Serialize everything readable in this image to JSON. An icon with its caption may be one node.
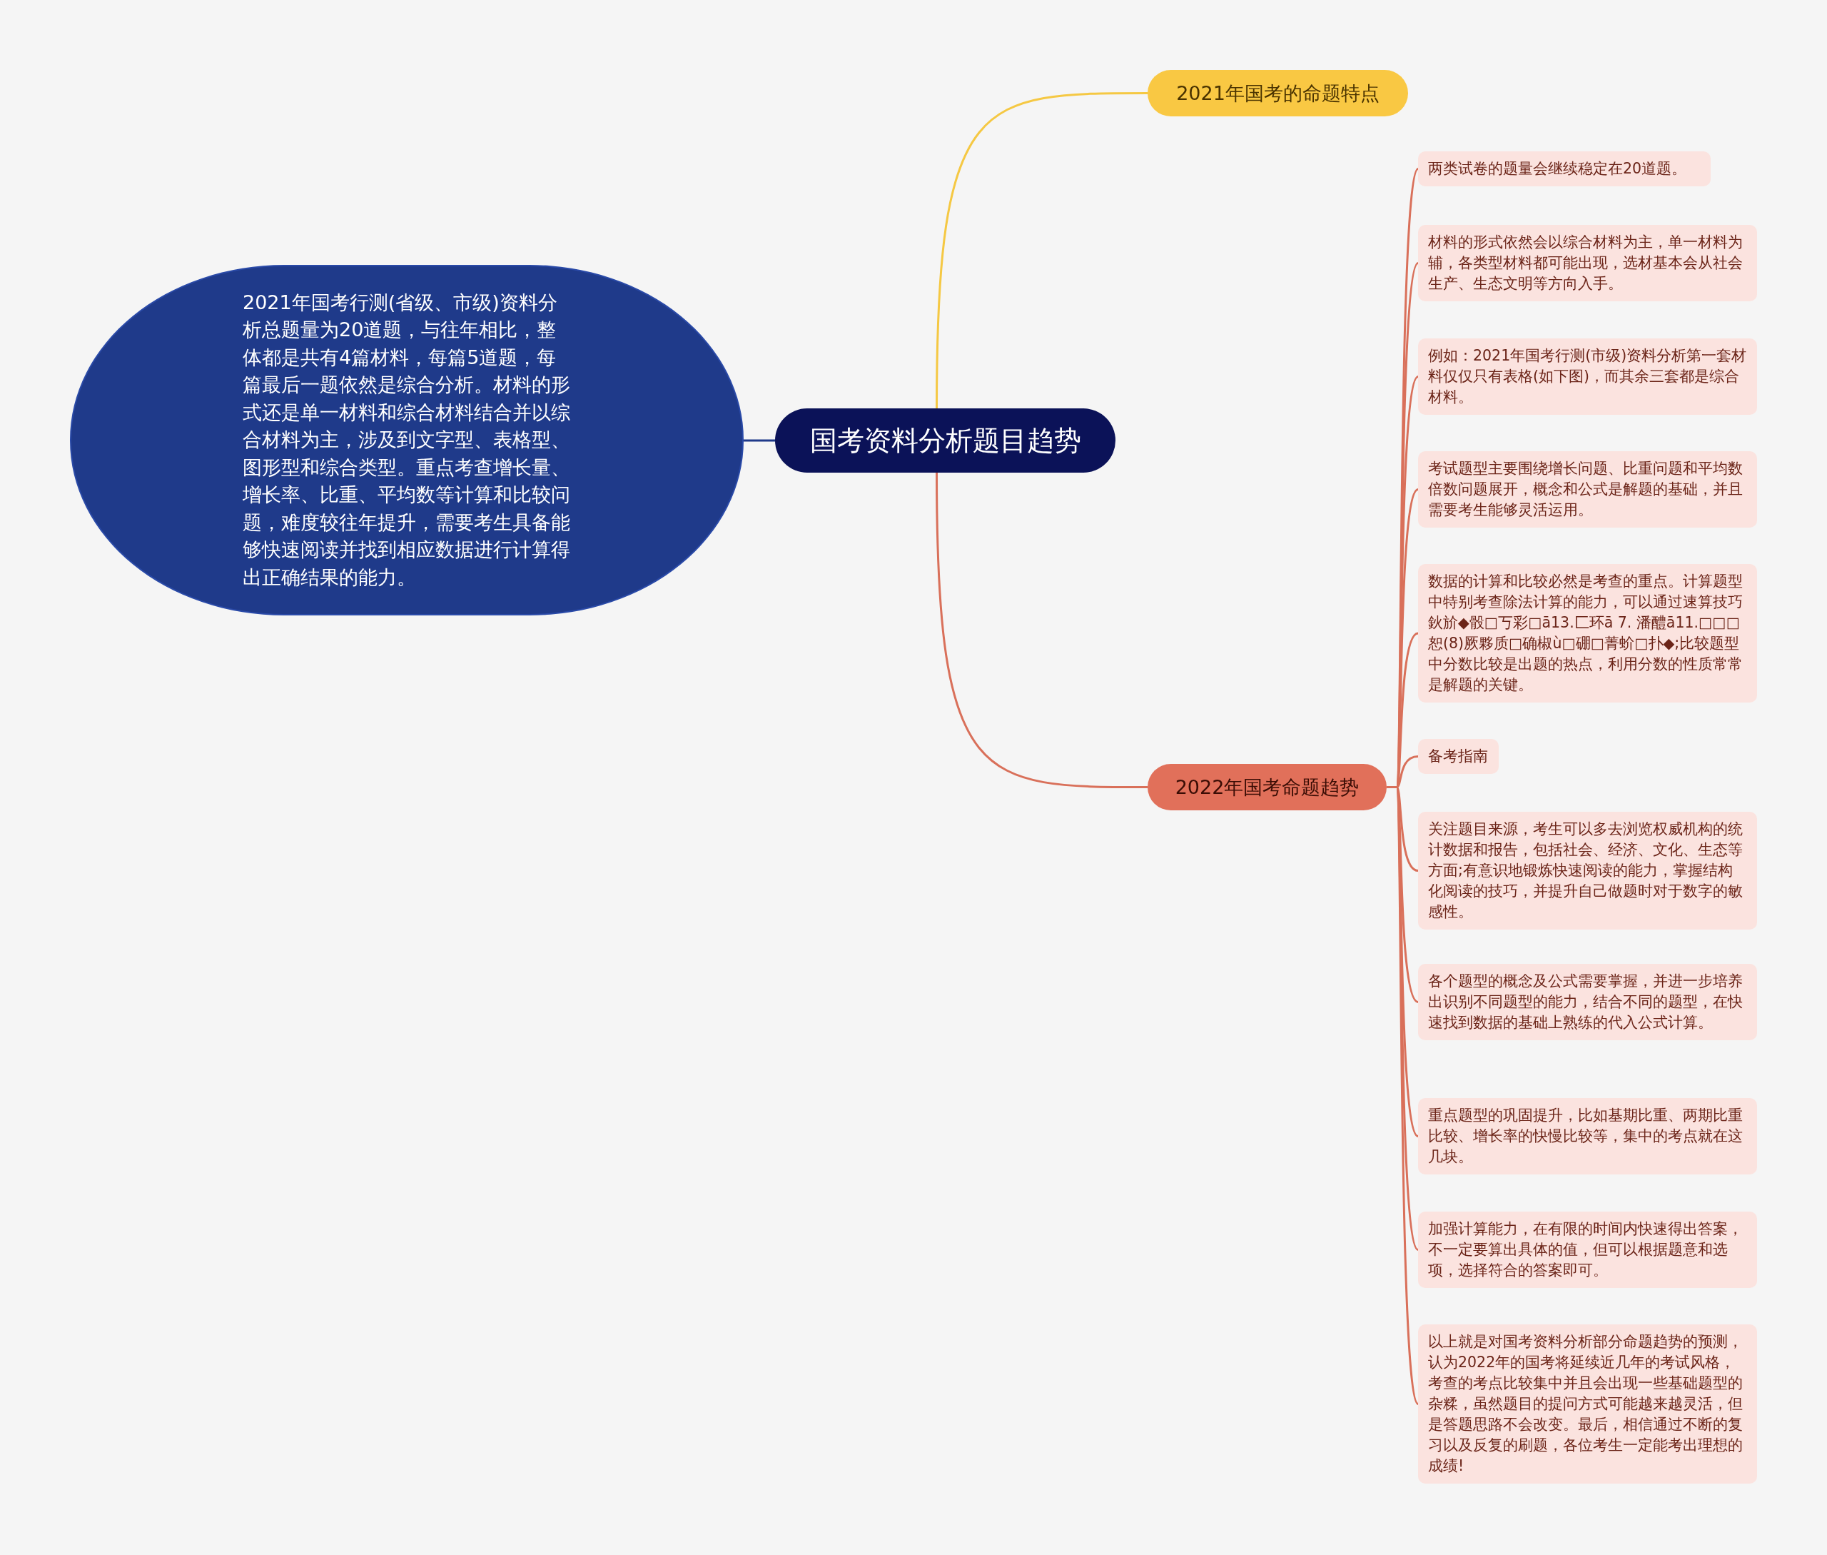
{
  "diagram": {
    "nodes": [
      {
        "text": [
          "国考资料分析题目趋势"
        ]
      },
      {
        "text": [
          "2021年国考行测(省级、市级)资料分析总题量为20道题，与往年相比，整体都是共有4篇材料，每篇5道题，每篇最后一题依然是综合分析。材料的形式还是单一材料和综合材料结合并以综合材料为主，涉及到文字型、表格型、图形型和综合类型。重点考查增长量、增长率、比重、平均数等计算和比较问题，难度较往年提升，需要考生具备能够快速阅读并找到相应数据进行计算得出正确结果的能力。"
        ]
      },
      {
        "text": [
          "2021年国考的命题特点"
        ]
      },
      {
        "text": [
          "2022年国考命题趋势"
        ]
      },
      {
        "text": [
          "两类试卷的题量会继续稳定在20道题。"
        ]
      },
      {
        "text": [
          "材料的形式依然会以综合材料为主，单一材料为辅，各类型材料都可能出现，选材基本会从社会生产、生态文明等方向入手。"
        ]
      },
      {
        "text": [
          "例如：2021年国考行测(市级)资料分析第一套材料仅仅只有表格(如下图)，而其余三套都是综合材料。"
        ]
      },
      {
        "text": [
          "考试题型主要围绕增长问题、比重问题和平均数倍数问题展开，概念和公式是解题的基础，并且需要考生能够灵活运用。"
        ]
      },
      {
        "text": [
          "数据的计算和比较必然是考查的重点。计算题型中特别考查除法计算的能力，可以通过速算技巧鈥斺◆骰□丂彩□ā13.匚环ā 7. 潘醴ā11.□□□恕(8)厥夥质□确椒ù□硼□菁蚧□扑◆;比较题型中分数比较是出题的热点，利用分数的性质常常是解题的关键。"
        ]
      },
      {
        "text": [
          "备考指南"
        ]
      },
      {
        "text": [
          "关注题目来源，考生可以多去浏览权威机构的统计数据和报告，包括社会、经济、文化、生态等方面;有意识地锻炼快速阅读的能力，掌握结构化阅读的技巧，并提升自己做题时对于数字的敏感性。"
        ]
      },
      {
        "text": [
          "各个题型的概念及公式需要掌握，并进一步培养出识别不同题型的能力，结合不同的题型，在快速找到数据的基础上熟练的代入公式计算。"
        ]
      },
      {
        "text": [
          "重点题型的巩固提升，比如基期比重、两期比重比较、增长率的快慢比较等，集中的考点就在这几块。"
        ]
      },
      {
        "text": [
          "加强计算能力，在有限的时间内快速得出答案，不一定要算出具体的值，但可以根据题意和选项，选择符合的答案即可。"
        ]
      },
      {
        "text": [
          "以上就是对国考资料分析部分命题趋势的预测，认为2022年的国考将延续近几年的考试风格，考查的考点比较集中并且会出现一些基础题型的杂糅，虽然题目的提问方式可能越来越灵活，但是答题思路不会改变。最后，相信通过不断的复习以及反复的刷题，各位考生一定能考出理想的成绩!"
        ]
      }
    ],
    "edges": [
      {
        "from": 0,
        "to": 1,
        "arrow": "none",
        "color": "#1f3a8a"
      },
      {
        "from": 0,
        "to": 2,
        "arrow": "none",
        "color": "#f5c843"
      },
      {
        "from": 0,
        "to": 3,
        "arrow": "none"
      },
      {
        "from": 3,
        "to": 4,
        "arrow": "none"
      },
      {
        "from": 3,
        "to": 5,
        "arrow": "none"
      },
      {
        "from": 3,
        "to": 6,
        "arrow": "none"
      },
      {
        "from": 3,
        "to": 7,
        "arrow": "none"
      },
      {
        "from": 3,
        "to": 8,
        "arrow": "none"
      },
      {
        "from": 3,
        "to": 9,
        "arrow": "none"
      },
      {
        "from": 3,
        "to": 10,
        "arrow": "none"
      },
      {
        "from": 3,
        "to": 11,
        "arrow": "none"
      },
      {
        "from": 3,
        "to": 12,
        "arrow": "none"
      },
      {
        "from": 3,
        "to": 13,
        "arrow": "none"
      },
      {
        "from": 3,
        "to": 14,
        "arrow": "none"
      }
    ]
  }
}
